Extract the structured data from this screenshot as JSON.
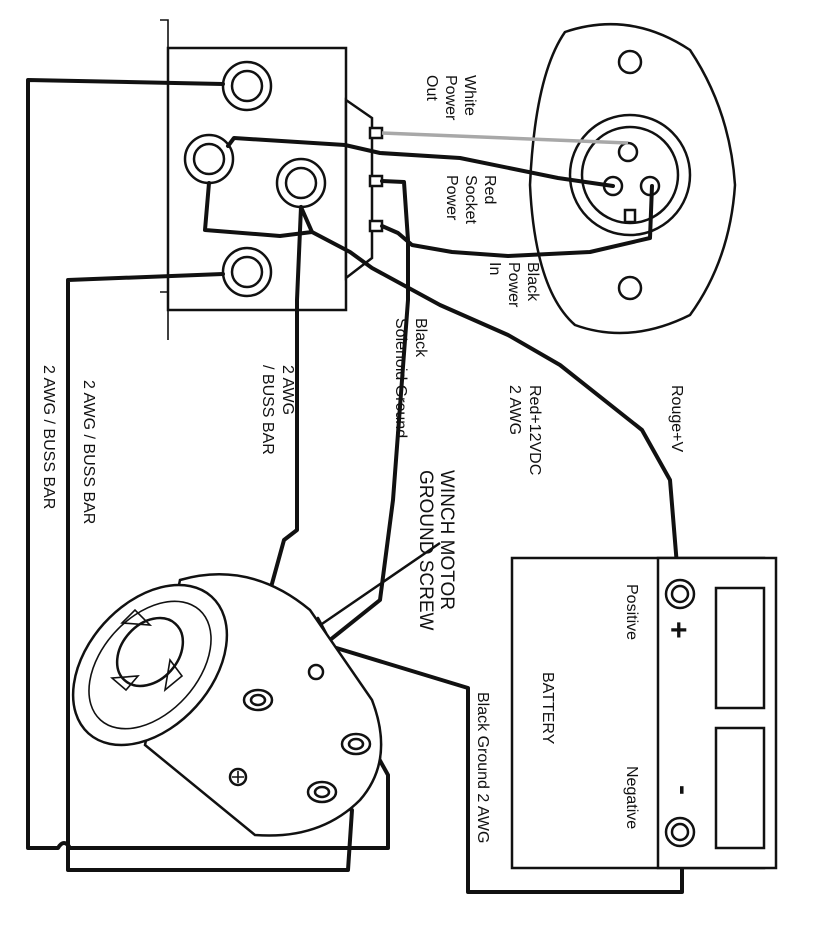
{
  "labels": {
    "white_power_out": [
      "White",
      "Power",
      "Out"
    ],
    "red_socket_power": [
      "Red",
      "Socket",
      "Power"
    ],
    "black_power_in": [
      "Black",
      "Power",
      "In"
    ],
    "black_solenoid_ground": [
      "Black",
      "Solenoid Ground"
    ],
    "red_12vdc": [
      "Red+12VDC",
      "2 AWG"
    ],
    "rouge_v": "Rouge+V",
    "awg_buss_bar_inner": [
      "2 AWG",
      "/ BUSS BAR"
    ],
    "awg_buss_bar_mid": "2 AWG / BUSS BAR",
    "awg_buss_bar_outer": "2 AWG / BUSS BAR",
    "winch_motor_ground_screw": [
      "WINCH MOTOR",
      "GROUND SCREW"
    ],
    "battery": "BATTERY",
    "positive": "Positive",
    "negative": "Negative",
    "plus_sign": "+",
    "minus_sign": "-",
    "black_ground": "Black Ground 2 AWG"
  }
}
